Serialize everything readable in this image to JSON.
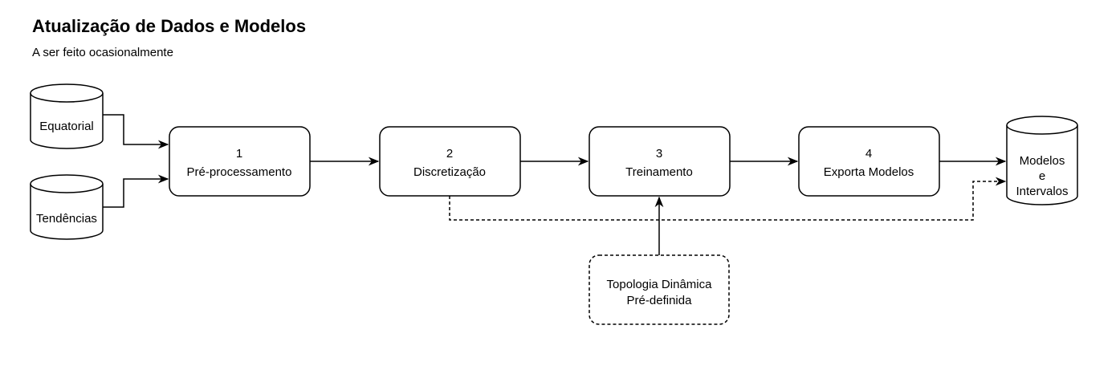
{
  "header": {
    "title": "Atualização de Dados e Modelos",
    "subtitle": "A ser feito ocasionalmente"
  },
  "sources": [
    {
      "label": "Equatorial"
    },
    {
      "label": "Tendências"
    }
  ],
  "steps": [
    {
      "number": "1",
      "label": "Pré-processamento"
    },
    {
      "number": "2",
      "label": "Discretização"
    },
    {
      "number": "3",
      "label": "Treinamento"
    },
    {
      "number": "4",
      "label": "Exporta Modelos"
    }
  ],
  "output": {
    "lines": [
      "Modelos",
      "e",
      "Intervalos"
    ]
  },
  "topology": {
    "lines": [
      "Topologia Dinâmica",
      "Pré-definida"
    ]
  }
}
